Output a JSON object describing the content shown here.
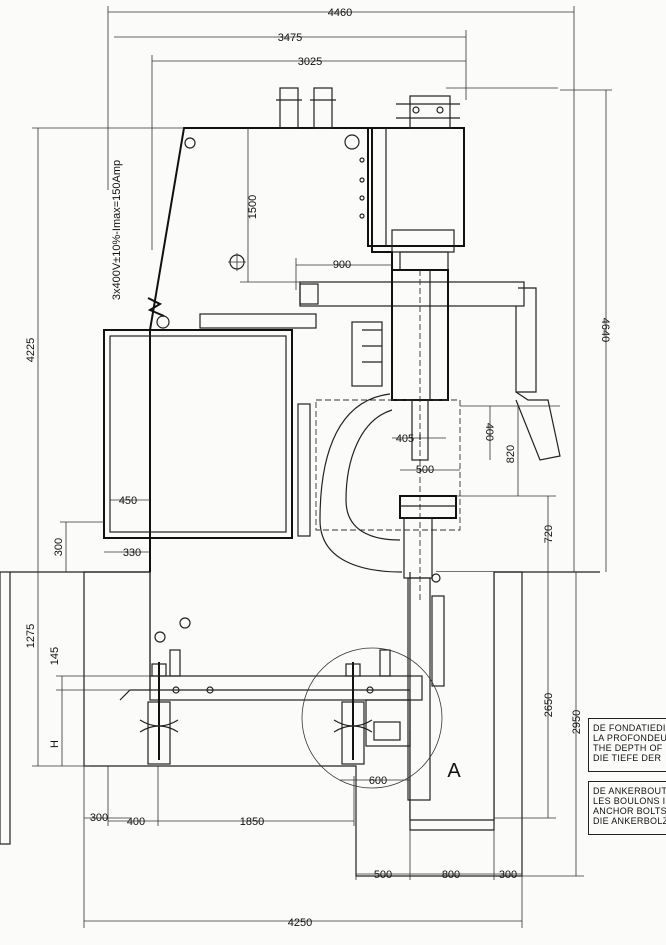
{
  "dimensions": {
    "width_4460": "4460",
    "width_3475": "3475",
    "width_3025": "3025",
    "height_1500": "1500",
    "offset_900": "900",
    "height_4640": "4640",
    "height_4225": "4225",
    "height_405": "405",
    "height_400_top": "400",
    "height_820": "820",
    "width_500_mid": "500",
    "height_720": "720",
    "width_450": "450",
    "height_300_left": "300",
    "width_330": "330",
    "height_1275": "1275",
    "height_145": "145",
    "depth_H": "H",
    "height_2650": "2650",
    "height_2950": "2950",
    "width_600": "600",
    "width_400_bottom": "400",
    "width_1850": "1850",
    "width_300_left": "300",
    "width_500_bottom": "500",
    "width_800": "800",
    "width_300_right": "300",
    "width_4250": "4250"
  },
  "power_label": "3x400V±10%-Imax=150Amp",
  "detail_label": "A",
  "notes": {
    "foundation_depth": [
      "DE FONDATIEDI",
      "LA PROFONDEU",
      "THE DEPTH OF",
      "DIE TIEFE DER"
    ],
    "anchor_bolts": [
      "DE ANKERBOUT",
      "LES BOULONS I",
      "ANCHOR BOLTS",
      "DIE ANKERBOLZ"
    ]
  },
  "colors": {
    "ink": "#222222",
    "paper": "#fbfbf9"
  }
}
